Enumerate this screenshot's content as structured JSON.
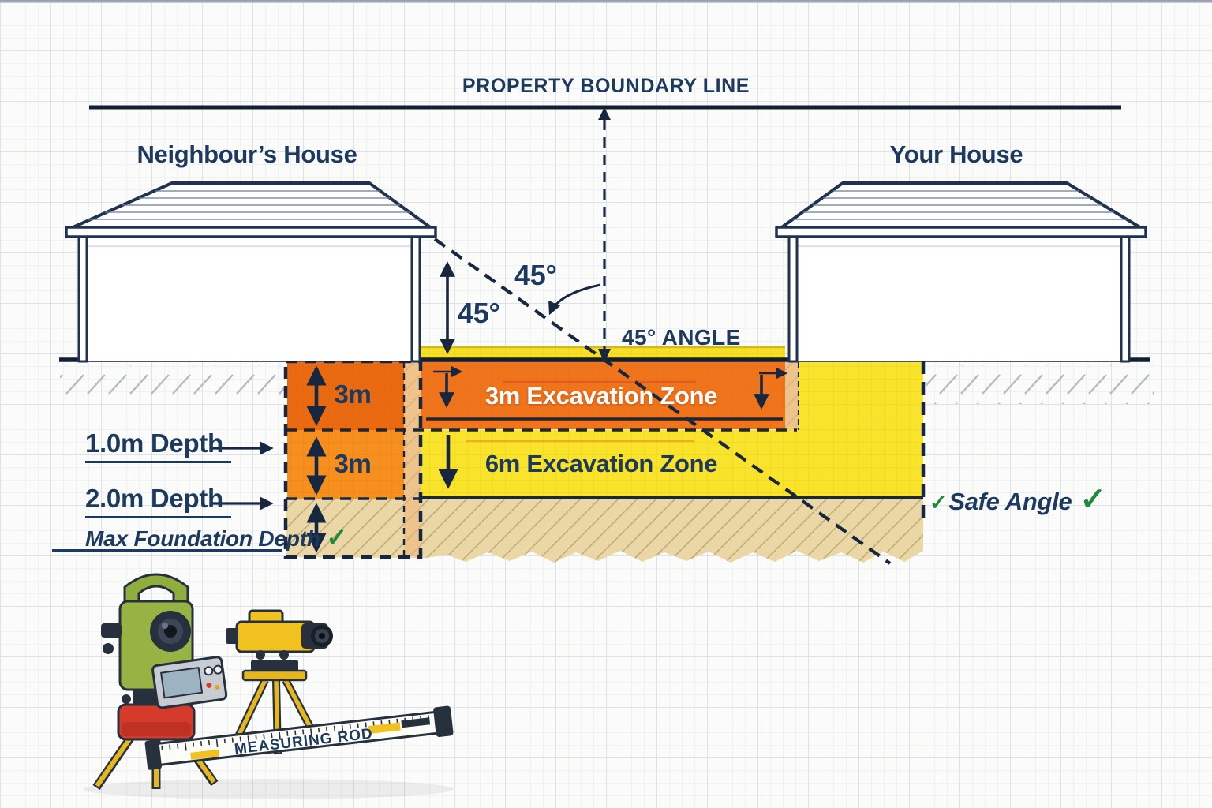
{
  "header": {
    "title": "PROPERTY BOUNDARY LINE"
  },
  "houses": {
    "left_label": "Neighbour’s House",
    "right_label": "Your House"
  },
  "angle_annotations": {
    "upper": "45°",
    "lower": "45°",
    "callout": "45° ANGLE"
  },
  "excavation_zones": {
    "shallow": {
      "label": "3m Excavation Zone",
      "color": "#F0741C"
    },
    "deep": {
      "label": "6m Excavation Zone",
      "color": "#F9E32B"
    }
  },
  "foundation_column": {
    "upper_depth": "3m",
    "lower_depth": "3m"
  },
  "depth_markers": {
    "one": {
      "label": "1.0m Depth"
    },
    "two": {
      "label": "2.0m Depth"
    },
    "max": {
      "label": "Max Foundation Depth",
      "check": "✓"
    }
  },
  "safe_angle": {
    "pre_check": "✓",
    "label": "Safe Angle",
    "post_check": "✓"
  },
  "equipment": {
    "rod_label": "MEASURING ROD"
  },
  "colors": {
    "navy_text": "#1D3A5E",
    "line": "#16273F",
    "orange_zone": "#F0741C",
    "column_orange_dark": "#EA6A12",
    "column_orange_light": "#F68F1E",
    "yellow_zone": "#F9E32B",
    "sand": "#EAD7A5",
    "check_green": "#208A3C",
    "equipment_green": "#97B343",
    "equipment_red": "#D63A2A",
    "equipment_yellow": "#F0C11F"
  }
}
